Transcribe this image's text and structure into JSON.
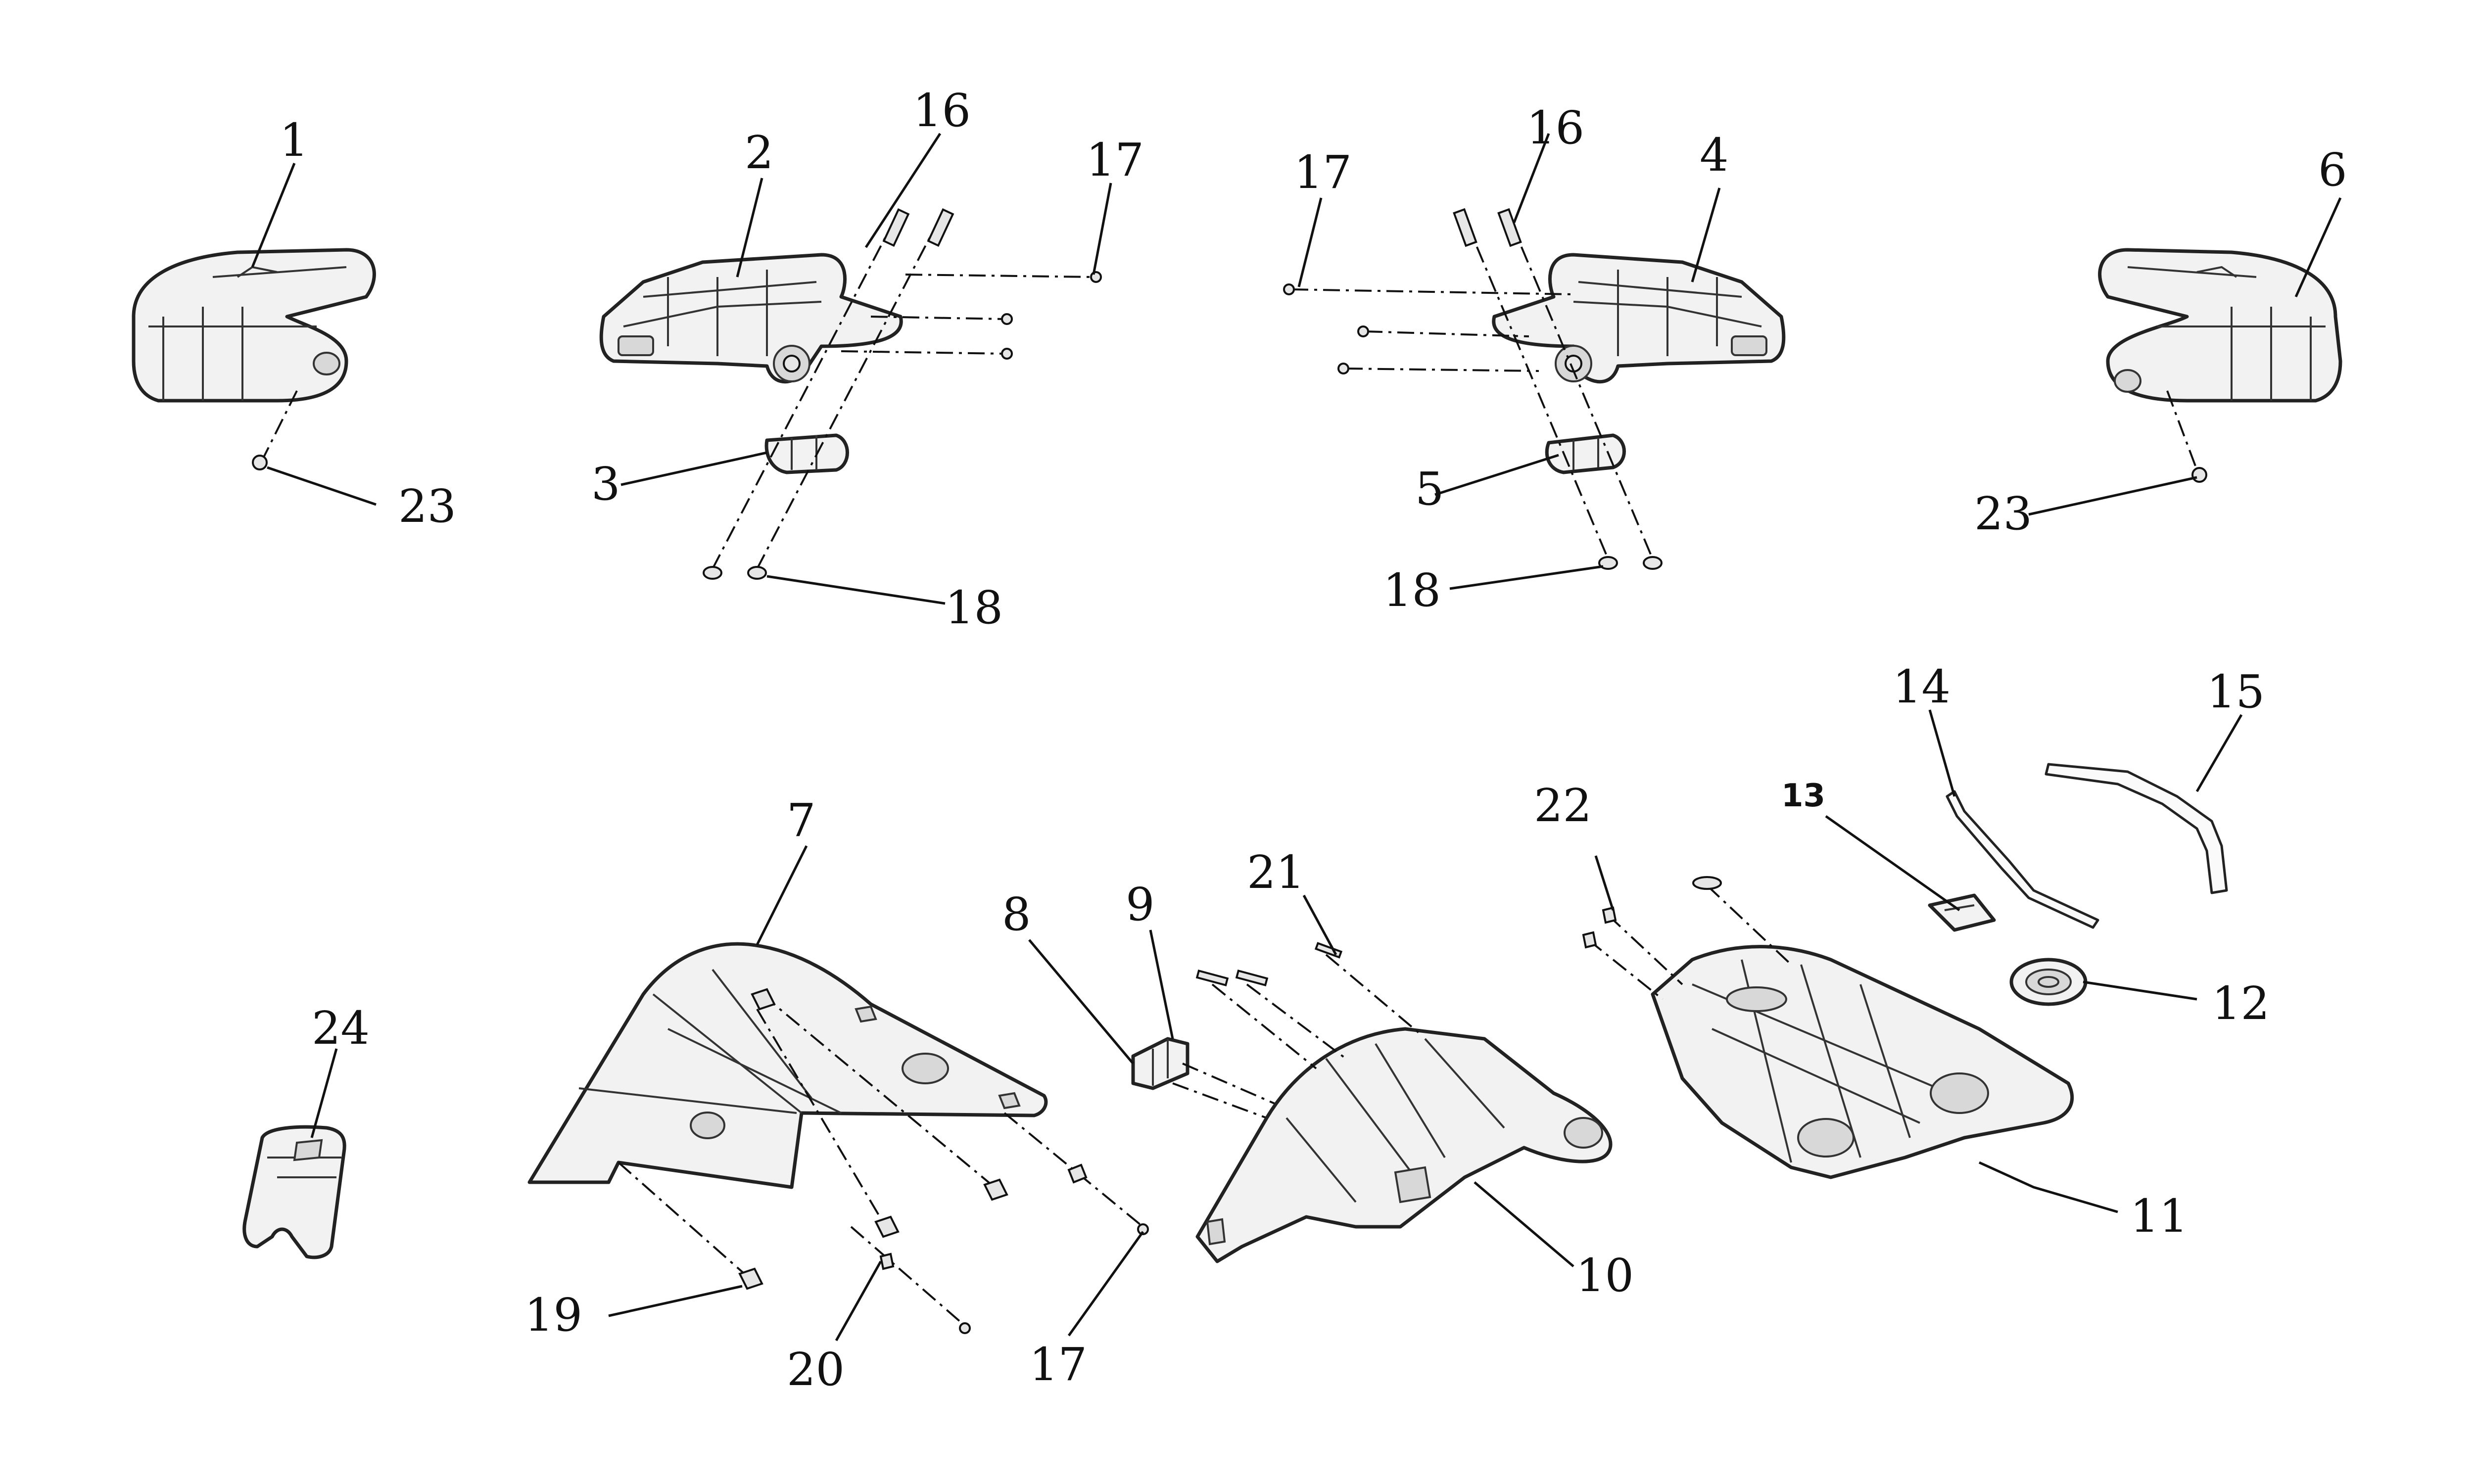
{
  "callouts": {
    "c1": "1",
    "c2": "2",
    "c3": "3",
    "c4": "4",
    "c5": "5",
    "c6": "6",
    "c7": "7",
    "c8": "8",
    "c9": "9",
    "c10": "10",
    "c11": "11",
    "c12": "12",
    "c13": "13",
    "c14": "14",
    "c15": "15",
    "c16a": "16",
    "c16b": "16",
    "c17a": "17",
    "c17b": "17",
    "c17c": "17",
    "c18a": "18",
    "c18b": "18",
    "c19": "19",
    "c20": "20",
    "c21": "21",
    "c22": "22",
    "c23a": "23",
    "c23b": "23",
    "c24": "24"
  },
  "colors": {
    "line": "#222222",
    "fill": "#f2f2f2",
    "background": "#ffffff"
  }
}
